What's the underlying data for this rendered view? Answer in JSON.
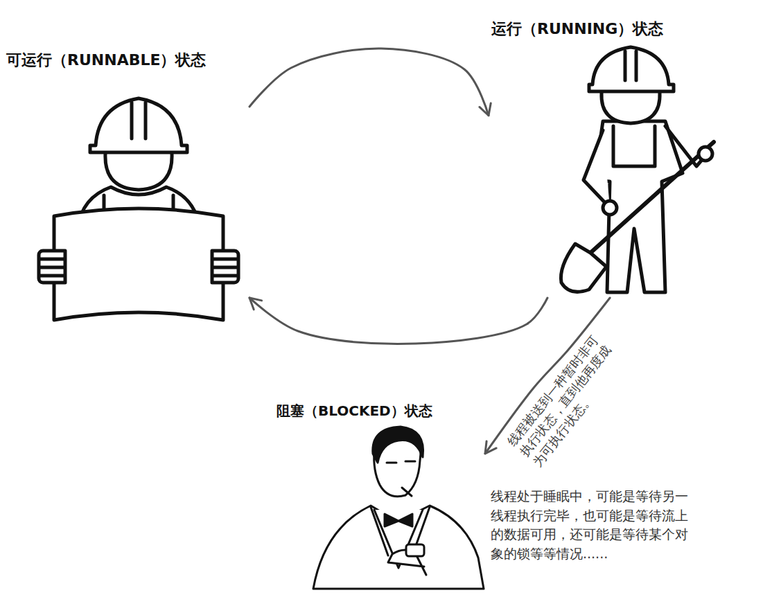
{
  "diagram": {
    "nodes": [
      {
        "text": [
          "可运行（RUNNABLE）状态"
        ]
      },
      {
        "text": [
          "运行（RUNNING）状态"
        ]
      },
      {
        "text": [
          "阻塞（BLOCKED）状态"
        ]
      }
    ],
    "edges": [
      {
        "from": 0,
        "to": 1,
        "arrow": "to"
      },
      {
        "from": 1,
        "to": 0,
        "arrow": "to"
      },
      {
        "from": 1,
        "to": 2,
        "arrow": "to",
        "label": "线程被送到一种暂时非可 执行状态，直到他再度成 为可执行状态。"
      }
    ],
    "labels": [
      "线程处于睡眠中，可能是等待另一 线程执行完毕，也可能是等待流上 的数据可用，还可能是等待某个对 象的锁等等情况......"
    ]
  }
}
